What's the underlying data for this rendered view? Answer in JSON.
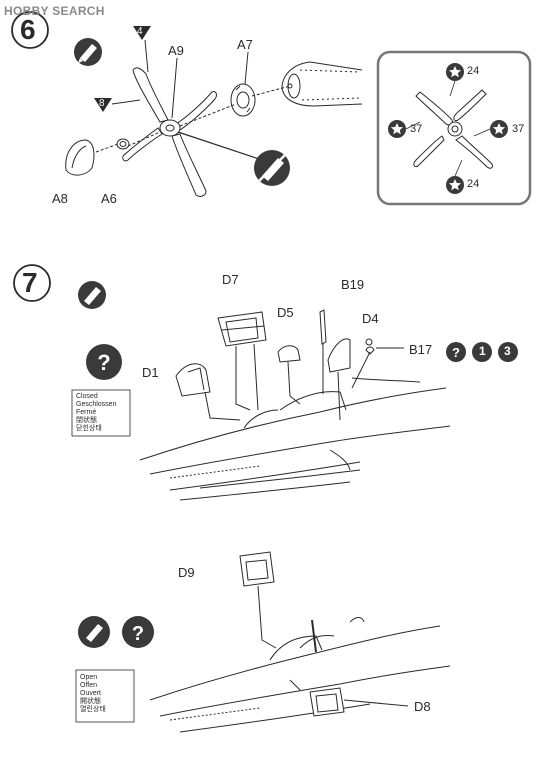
{
  "watermark": "HOBBY SEARCH",
  "step6": {
    "number": "6",
    "parts": {
      "a9": "A9",
      "a7": "A7",
      "a8": "A8",
      "a6": "A6"
    },
    "markers": {
      "left": "8",
      "top": "4"
    },
    "inset": {
      "top": "24",
      "bottom": "24",
      "left": "37",
      "right": "37"
    }
  },
  "step7": {
    "number": "7",
    "closed_top": {
      "d7": "D7",
      "d5": "D5",
      "b19": "B19",
      "d4": "D4",
      "d1": "D1",
      "b17": "B17",
      "choice1": "1",
      "choice2": "3"
    },
    "closed_note": [
      "Closed",
      "Geschlossen",
      "Fermé",
      "閉状態",
      "닫힌상태"
    ],
    "open_bottom": {
      "d9": "D9",
      "d8": "D8"
    },
    "open_note": [
      "Open",
      "Offen",
      "Ouvert",
      "開状態",
      "열린상태"
    ]
  },
  "colors": {
    "ink": "#2a2a2a",
    "icon_fill": "#3a3a3a",
    "panel_border": "#777777",
    "shade": "#d8d8d8"
  }
}
